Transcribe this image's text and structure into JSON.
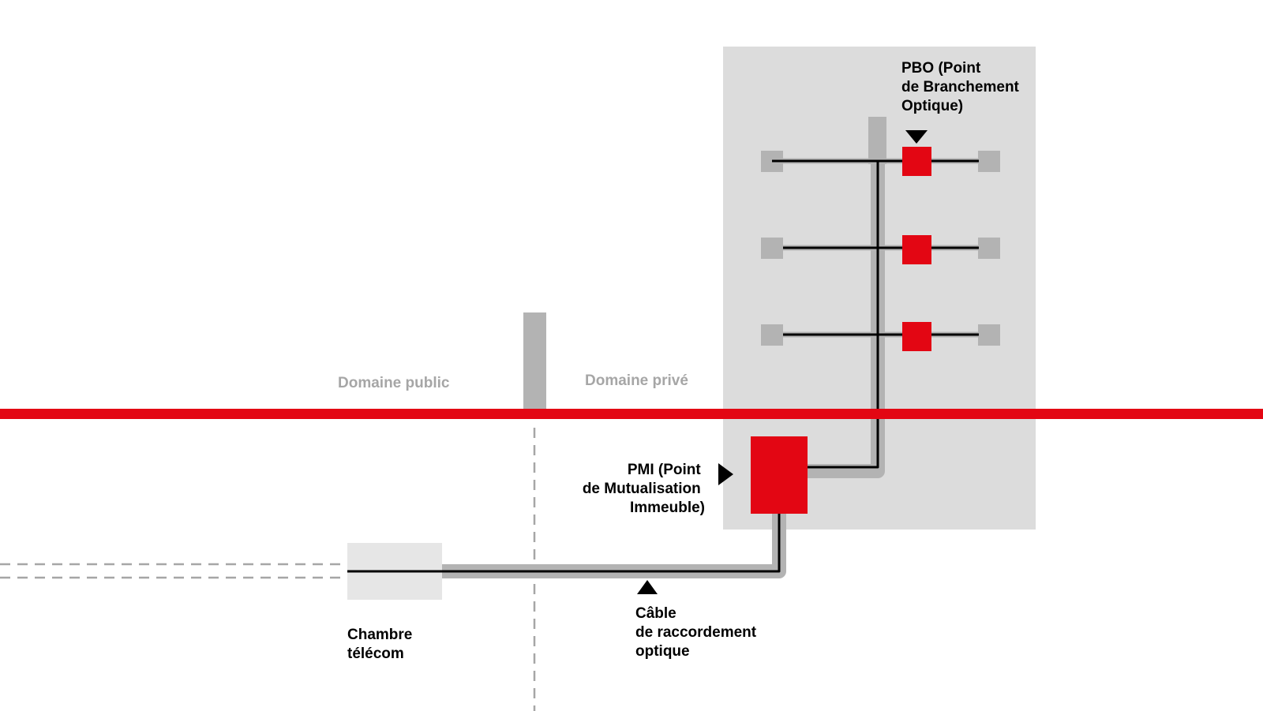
{
  "colors": {
    "accent_red": "#e30613",
    "building_fill": "#dcdcdc",
    "cable_shadow": "#b3b3b3",
    "chamber_fill": "#e6e6e6",
    "text_primary": "#000000",
    "text_domain": "#a6a6a6"
  },
  "domains": {
    "public": "Domaine public",
    "private": "Domaine privé"
  },
  "labels": {
    "pbo": [
      "PBO (Point",
      "de Branchement",
      "Optique)"
    ],
    "pmi": [
      "PMI (Point",
      "de Mutualisation",
      "Immeuble)"
    ],
    "cable": [
      "Câble",
      "de raccordement",
      "optique"
    ],
    "chamber": [
      "Chambre",
      "télécom"
    ]
  }
}
